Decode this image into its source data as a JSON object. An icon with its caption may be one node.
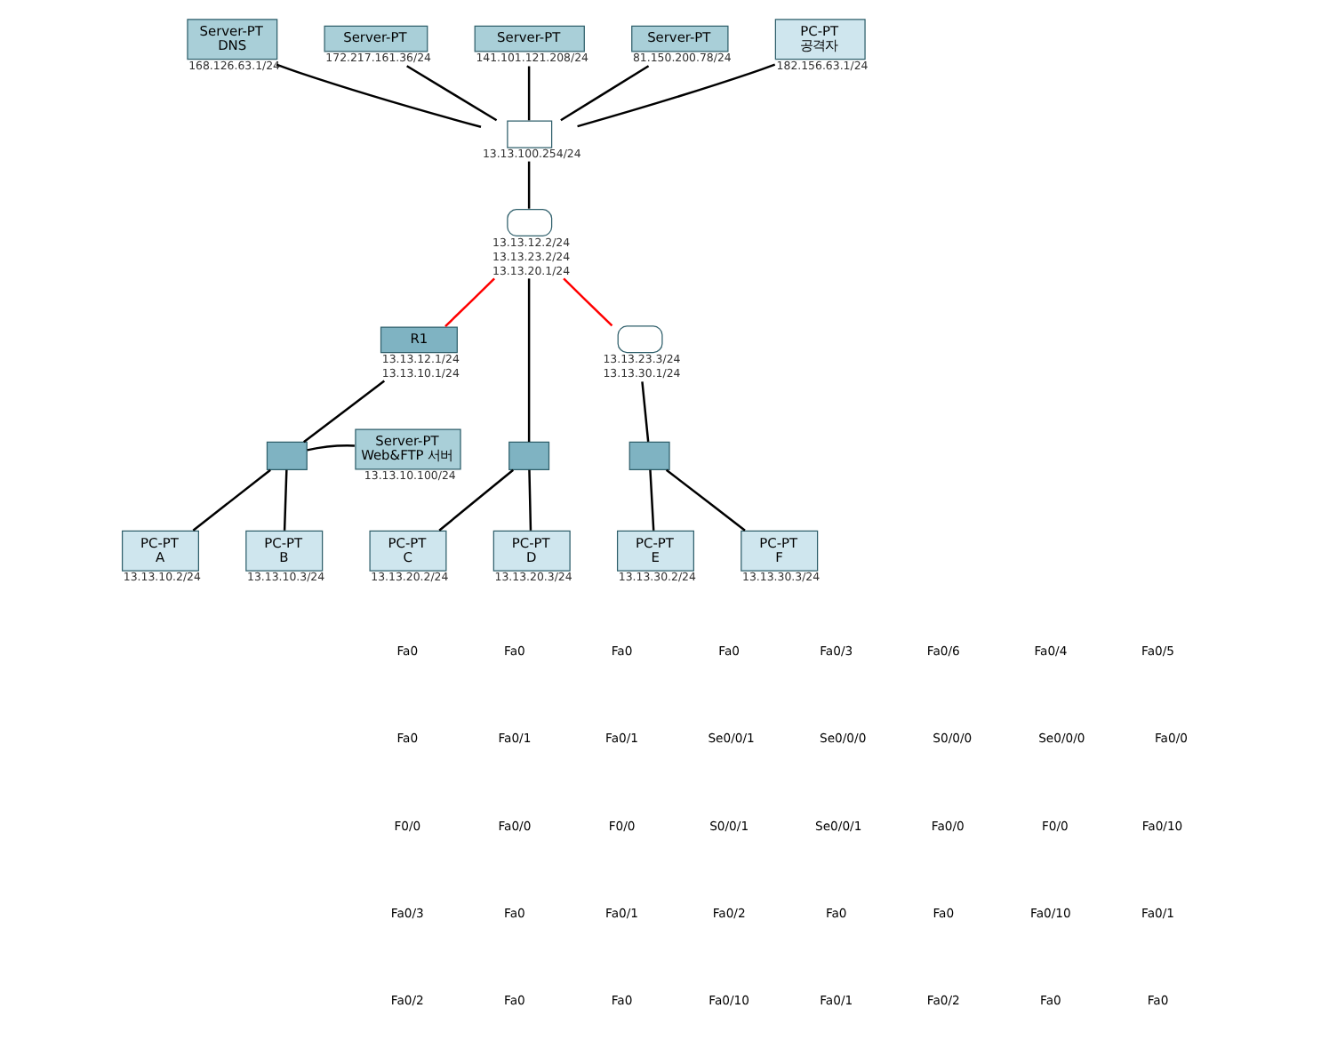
{
  "diagram": {
    "nodes": [
      {
        "text": [
          "Server-PT",
          "DNS"
        ],
        "beside": [
          "168.126.63.1/24"
        ]
      },
      {
        "text": [
          "Server-PT"
        ],
        "beside": [
          "172.217.161.36/24"
        ]
      },
      {
        "text": [
          "Server-PT"
        ],
        "beside": [
          "141.101.121.208/24"
        ]
      },
      {
        "text": [
          "Server-PT"
        ],
        "beside": [
          "81.150.200.78/24"
        ]
      },
      {
        "text": [],
        "shape": "box",
        "beside": [
          "13.13.100.254/24"
        ]
      },
      {
        "text": [
          "PC-PT",
          "공격자"
        ],
        "beside": [
          "182.156.63.1/24"
        ]
      },
      {
        "text": [],
        "shape": "cylinder",
        "beside": [
          "13.13.12.2/24",
          "13.13.23.2/24",
          "13.13.20.1/24"
        ]
      },
      {
        "text": [
          "R1"
        ],
        "beside": [
          "13.13.12.1/24",
          "13.13.10.1/24"
        ]
      },
      {
        "text": [],
        "shape": "cylinder",
        "beside": [
          "13.13.23.3/24",
          "13.13.30.1/24"
        ]
      },
      {
        "text": [],
        "shape": "box"
      },
      {
        "text": [
          "Server-PT",
          "Web&FTP 서버"
        ],
        "beside": [
          "13.13.10.100/24"
        ]
      },
      {
        "text": [],
        "shape": "box"
      },
      {
        "text": [],
        "shape": "box"
      },
      {
        "text": [
          "PC-PT",
          "A"
        ],
        "beside": [
          "13.13.10.2/24"
        ]
      },
      {
        "text": [
          "PC-PT",
          "B"
        ],
        "beside": [
          "13.13.10.3/24"
        ]
      },
      {
        "text": [
          "PC-PT",
          "C"
        ],
        "beside": [
          "13.13.20.2/24"
        ]
      },
      {
        "text": [
          "PC-PT",
          "D"
        ],
        "beside": [
          "13.13.20.3/24"
        ]
      },
      {
        "text": [
          "PC-PT",
          "E"
        ],
        "beside": [
          "13.13.30.2/24"
        ]
      },
      {
        "text": [
          "PC-PT",
          "F"
        ],
        "beside": [
          "13.13.30.3/24"
        ]
      }
    ],
    "edges": [
      {
        "from": 0,
        "to": 4,
        "arrow": "none"
      },
      {
        "from": 1,
        "to": 4,
        "arrow": "none"
      },
      {
        "from": 2,
        "to": 4,
        "arrow": "none"
      },
      {
        "from": 3,
        "to": 4,
        "arrow": "none"
      },
      {
        "from": 5,
        "to": 4,
        "arrow": "none"
      },
      {
        "from": 4,
        "to": 6,
        "arrow": "none"
      },
      {
        "from": 6,
        "to": 7,
        "arrow": "none",
        "color": "#ff0000"
      },
      {
        "from": 6,
        "to": 8,
        "arrow": "none",
        "color": "#ff0000"
      },
      {
        "from": 7,
        "to": 9,
        "arrow": "none"
      },
      {
        "from": 9,
        "to": 10,
        "arrow": "none"
      },
      {
        "from": 9,
        "to": 13,
        "arrow": "none"
      },
      {
        "from": 9,
        "to": 14,
        "arrow": "none"
      },
      {
        "from": 6,
        "to": 11,
        "arrow": "none"
      },
      {
        "from": 11,
        "to": 15,
        "arrow": "none"
      },
      {
        "from": 11,
        "to": 16,
        "arrow": "none"
      },
      {
        "from": 8,
        "to": 12,
        "arrow": "none"
      },
      {
        "from": 12,
        "to": 17,
        "arrow": "none"
      },
      {
        "from": 12,
        "to": 18,
        "arrow": "none"
      }
    ],
    "labels": [
      "Fa0",
      "Fa0",
      "Fa0",
      "Fa0",
      "Fa0/3",
      "Fa0/6",
      "Fa0/4",
      "Fa0/5",
      "Fa0",
      "Fa0/1",
      "Fa0/1",
      "Se0/0/1",
      "Se0/0/0",
      "S0/0/0",
      "Se0/0/0",
      "Fa0/0",
      "F0/0",
      "Fa0/0",
      "F0/0",
      "S0/0/1",
      "Se0/0/1",
      "Fa0/0",
      "F0/0",
      "Fa0/10",
      "Fa0/3",
      "Fa0",
      "Fa0/1",
      "Fa0/2",
      "Fa0",
      "Fa0",
      "Fa0/10",
      "Fa0/1",
      "Fa0/2",
      "Fa0",
      "Fa0",
      "Fa0/10",
      "Fa0/1",
      "Fa0/2",
      "Fa0",
      "Fa0"
    ]
  }
}
